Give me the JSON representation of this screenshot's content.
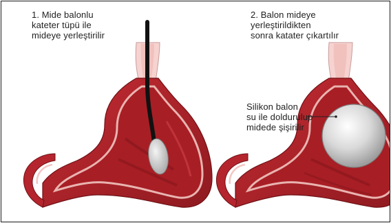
{
  "steps": [
    {
      "id": "step-1",
      "caption": "1. Mide balonlu\nkateter tüpü ile\nmideye yerleştirilir"
    },
    {
      "id": "step-2",
      "caption": "2. Balon mideye\nyerleştirildikten\nsonra katater çıkartılır"
    }
  ],
  "balloon_label": "Silikon balon\nsu ile doldurulup\nmidede şişirilir",
  "colors": {
    "stomach_red": "#b5252d",
    "stomach_dark": "#7a1419",
    "stomach_lining": "#f3c6c3",
    "esophagus_pink": "#f6d3d0",
    "catheter": "#111111",
    "balloon_small": "#d8d8d8",
    "balloon_large": "#dcdcdc"
  }
}
